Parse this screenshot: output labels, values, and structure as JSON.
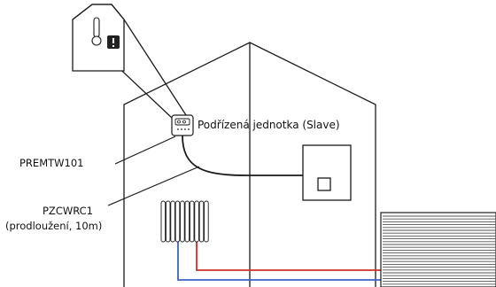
{
  "labels": {
    "slave_unit": "Podřízená jednotka (Slave)",
    "remote_model": "PREMTW101",
    "cable_model": "PZCWRC1",
    "cable_note": "(prodloužení, 10m)"
  },
  "icons": {
    "thermostat": "thermometer-icon",
    "alert": "exclamation-icon",
    "controller": "wall-controller-icon",
    "indoor_unit": "indoor-unit-icon",
    "radiator": "radiator-icon",
    "outdoor_unit": "outdoor-unit-icon"
  },
  "colors": {
    "line": "#1a1a1a",
    "hot_pipe": "#d0302a",
    "cold_pipe": "#3b63c6",
    "alert_badge": "#222222"
  }
}
